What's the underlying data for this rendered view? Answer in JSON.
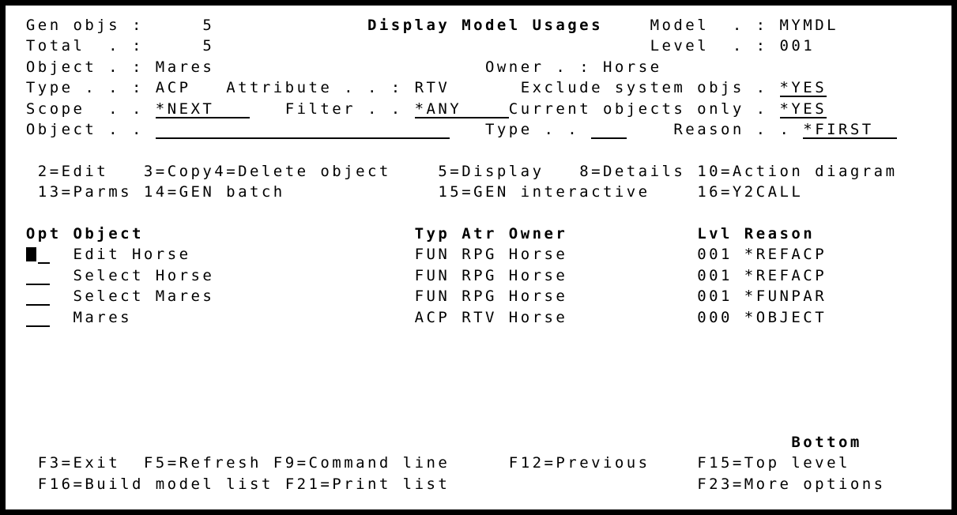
{
  "colors": {
    "fg": "#000000",
    "bg": "#ffffff"
  },
  "title": "Display Model Usages",
  "header": {
    "gen_objs": {
      "label": "Gen objs :",
      "value": "5"
    },
    "total": {
      "label": "Total  . :",
      "value": "5"
    },
    "model": {
      "label": "Model  . :",
      "value": "MYMDL"
    },
    "level": {
      "label": "Level  . :",
      "value": "001"
    },
    "object": {
      "label": "Object . :",
      "value": "Mares"
    },
    "owner": {
      "label": "Owner . :",
      "value": "Horse"
    },
    "type": {
      "label": "Type . . :",
      "value": "ACP"
    },
    "attribute": {
      "label": "Attribute . . :",
      "value": "RTV"
    },
    "exclude_system_objs": {
      "label": "Exclude system objs .",
      "value": "*YES"
    },
    "scope": {
      "label": "Scope  . .",
      "value": "*NEXT"
    },
    "filter": {
      "label": "Filter . .",
      "value": "*ANY"
    },
    "current_objects_only": {
      "label": "Current objects only .",
      "value": "*YES"
    },
    "position_object": {
      "label": "Object . .",
      "value": ""
    },
    "position_type": {
      "label": "Type . .",
      "value": ""
    },
    "reason": {
      "label": "Reason . .",
      "value": "*FIRST"
    }
  },
  "options_line1": [
    "2=Edit",
    "3=Copy",
    "4=Delete object",
    "5=Display",
    "8=Details",
    "10=Action diagram"
  ],
  "options_line2": [
    "13=Parms",
    "14=GEN batch",
    "15=GEN interactive",
    "16=Y2CALL"
  ],
  "table": {
    "headers": {
      "opt": "Opt",
      "object": "Object",
      "typ": "Typ",
      "atr": "Atr",
      "owner": "Owner",
      "lvl": "Lvl",
      "reason": "Reason"
    },
    "rows": [
      {
        "opt": "",
        "object": "Edit Horse",
        "typ": "FUN",
        "atr": "RPG",
        "owner": "Horse",
        "lvl": "001",
        "reason": "*REFACP"
      },
      {
        "opt": "",
        "object": "Select Horse",
        "typ": "FUN",
        "atr": "RPG",
        "owner": "Horse",
        "lvl": "001",
        "reason": "*REFACP"
      },
      {
        "opt": "",
        "object": "Select Mares",
        "typ": "FUN",
        "atr": "RPG",
        "owner": "Horse",
        "lvl": "001",
        "reason": "*FUNPAR"
      },
      {
        "opt": "",
        "object": "Mares",
        "typ": "ACP",
        "atr": "RTV",
        "owner": "Horse",
        "lvl": "000",
        "reason": "*OBJECT"
      }
    ]
  },
  "status": {
    "bottom": "Bottom"
  },
  "fkeys_line1": [
    "F3=Exit",
    "F5=Refresh",
    "F9=Command line",
    "F12=Previous",
    "F15=Top level"
  ],
  "fkeys_line2": [
    "F16=Build model list",
    "F21=Print list",
    "F23=More options"
  ]
}
